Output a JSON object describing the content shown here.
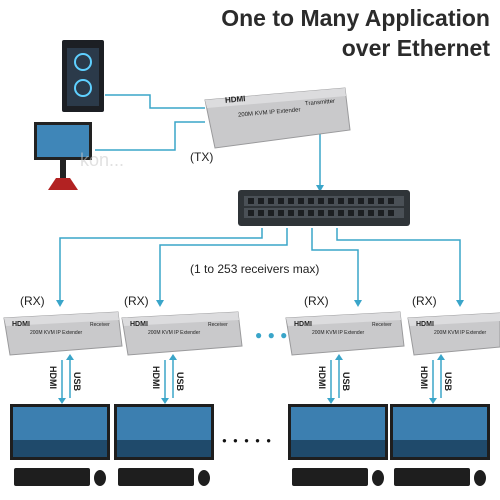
{
  "title": {
    "line1": "One to Many Application",
    "line2": "over Ethernet"
  },
  "labels": {
    "tx": "(TX)",
    "rx": "(RX)",
    "receivers_note": "(1 to 253 receivers max)",
    "hdmi": "HDMI",
    "usb": "USB"
  },
  "device": {
    "logo": "HDMI",
    "model": "200M KVM IP Extender",
    "role_tx": "Transmitter",
    "role_rx": "Receiver"
  },
  "watermark": "kon...",
  "colors": {
    "link": "#3aa5c9",
    "device": "#c9c9cb",
    "switch": "#2f3438"
  },
  "ellipsis_dots": "● ● ●",
  "monitor_dots": "● ● ● ● ●"
}
